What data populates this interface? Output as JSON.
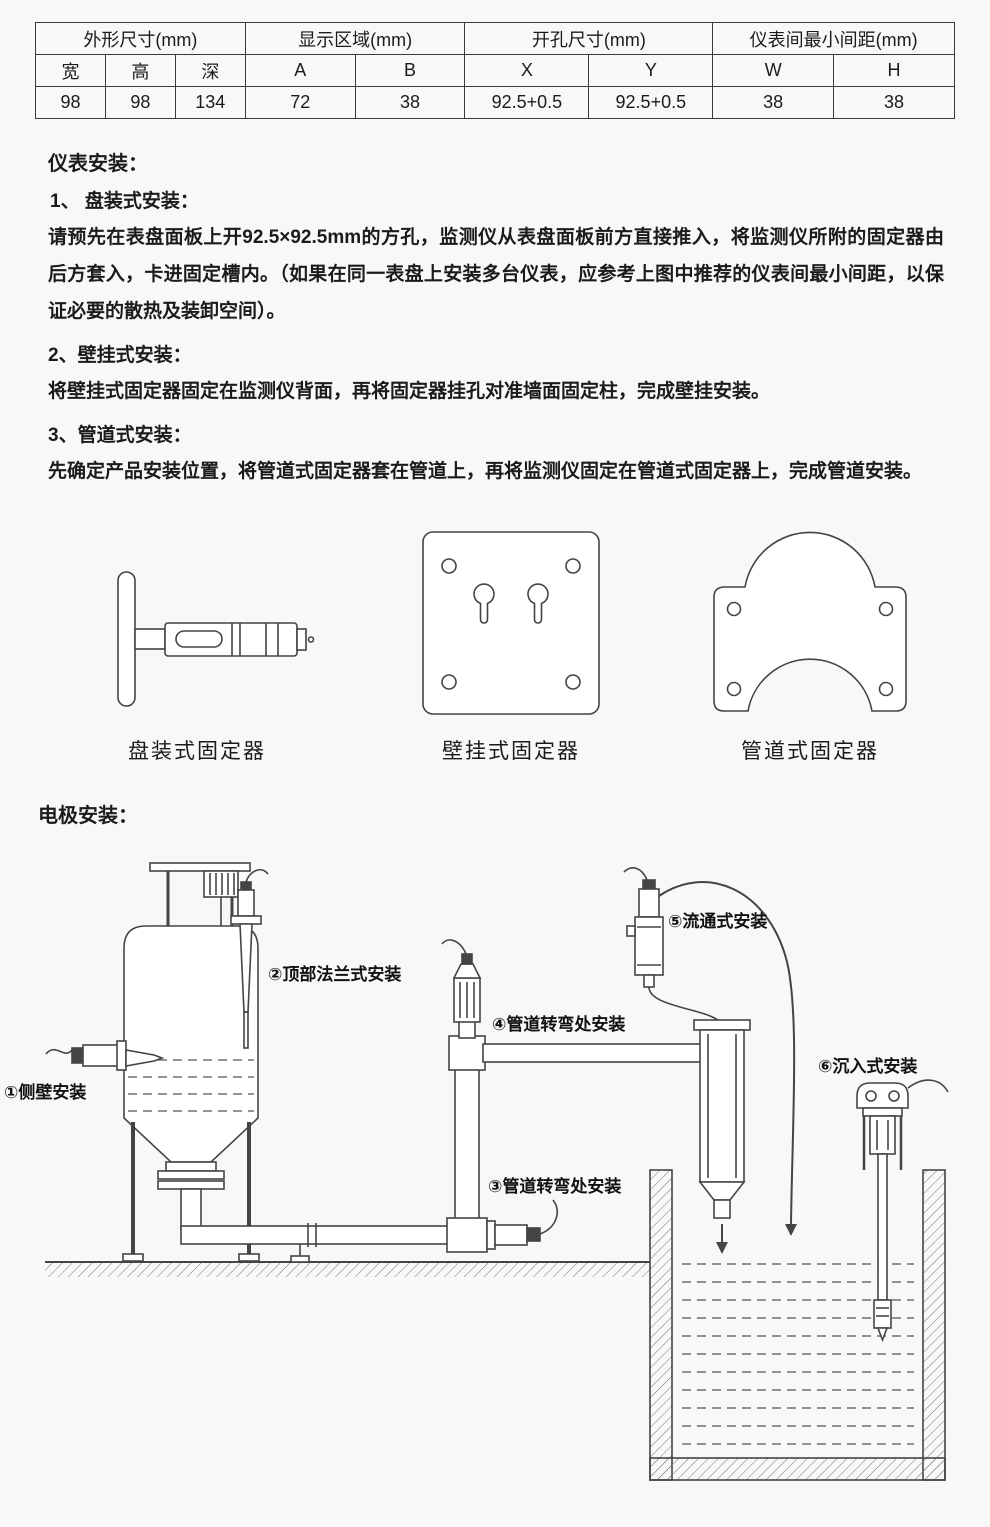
{
  "colors": {
    "text": "#1b1b1b",
    "line": "#444444",
    "background": "#f8f8f8"
  },
  "spec_table": {
    "group_headers": [
      {
        "label": "外形尺寸(mm)",
        "span": 3
      },
      {
        "label": "显示区域(mm)",
        "span": 2
      },
      {
        "label": "开孔尺寸(mm)",
        "span": 2
      },
      {
        "label": "仪表间最小间距(mm)",
        "span": 2
      }
    ],
    "columns": [
      "宽",
      "高",
      "深",
      "A",
      "B",
      "X",
      "Y",
      "W",
      "H"
    ],
    "values": [
      "98",
      "98",
      "134",
      "72",
      "38",
      "92.5+0.5",
      "92.5+0.5",
      "38",
      "38"
    ]
  },
  "instrument_installation": {
    "title": "仪表安装：",
    "steps": [
      {
        "heading": "1、 盘装式安装：",
        "body": "请预先在表盘面板上开92.5×92.5mm的方孔，监测仪从表盘面板前方直接推入，将监测仪所附的固定器由后方套入，卡进固定槽内。（如果在同一表盘上安装多台仪表，应参考上图中推荐的仪表间最小间距，以保证必要的散热及装卸空间）。"
      },
      {
        "heading": "2、壁挂式安装：",
        "body": "将壁挂式固定器固定在监测仪背面，再将固定器挂孔对准墙面固定柱，完成壁挂安装。"
      },
      {
        "heading": "3、管道式安装：",
        "body": "先确定产品安装位置，将管道式固定器套在管道上，再将监测仪固定在管道式固定器上，完成管道安装。"
      }
    ]
  },
  "fixtures": {
    "panel_label": "盘装式固定器",
    "wall_label": "壁挂式固定器",
    "pipe_label": "管道式固定器"
  },
  "electrode_installation": {
    "title": "电极安装：",
    "labels": {
      "side_wall": "①侧壁安装",
      "top_flange": "②顶部法兰式安装",
      "pipe_bend_3": "③管道转弯处安装",
      "pipe_bend_4": "④管道转弯处安装",
      "flow_through": "⑤流通式安装",
      "submersion": "⑥沉入式安装"
    }
  }
}
